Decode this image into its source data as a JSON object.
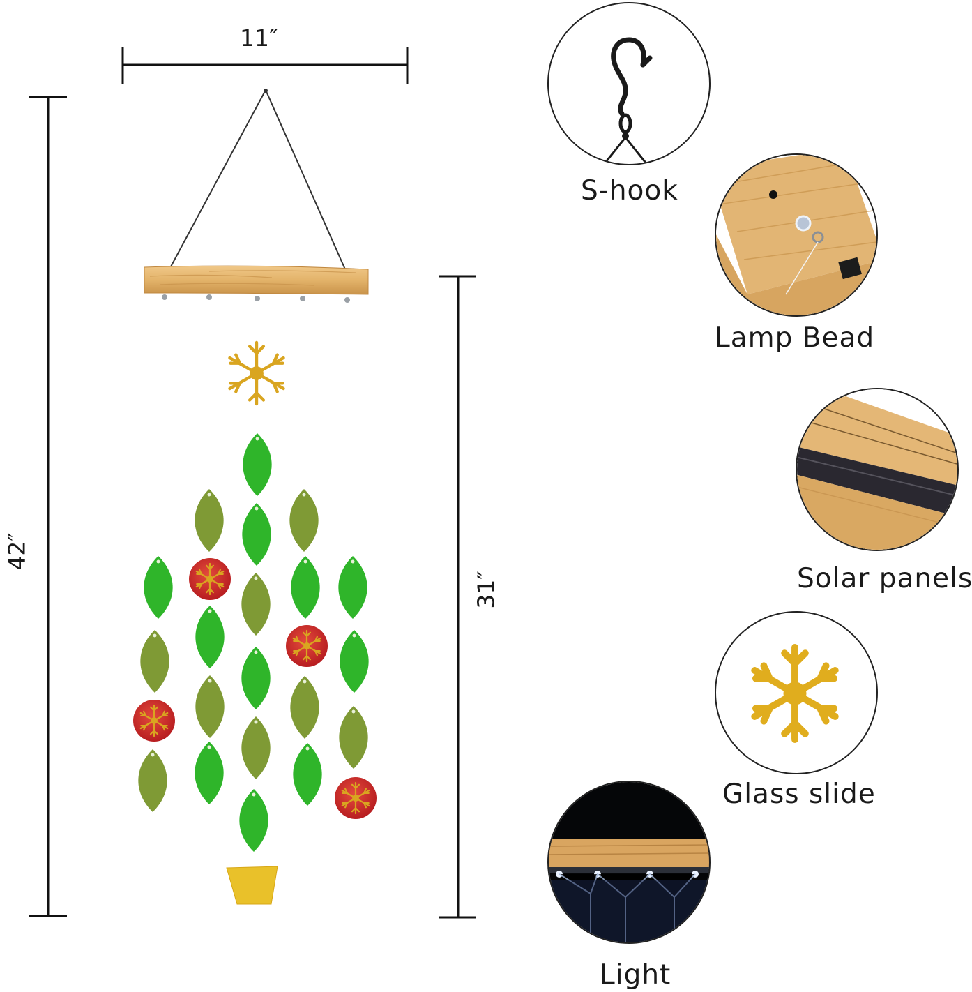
{
  "dimensions": {
    "width_label": "11″",
    "total_height_label": "42″",
    "tree_height_label": "31″"
  },
  "details": [
    {
      "label": "S-hook",
      "icon": "s-hook-icon"
    },
    {
      "label": "Lamp Bead",
      "icon": "lamp-bead-icon"
    },
    {
      "label": "Solar panels",
      "icon": "solar-panel-icon"
    },
    {
      "label": "Glass slide",
      "icon": "snowflake-icon"
    },
    {
      "label": "Light",
      "icon": "light-icon"
    }
  ],
  "colors": {
    "leaf_bright": "#2fb52a",
    "leaf_olive": "#7f9a35",
    "ornament_red": "#c8242a",
    "snowflake_gold": "#e0ad1e",
    "wood": "#e3b56e",
    "pot_yellow": "#e9c12a"
  }
}
